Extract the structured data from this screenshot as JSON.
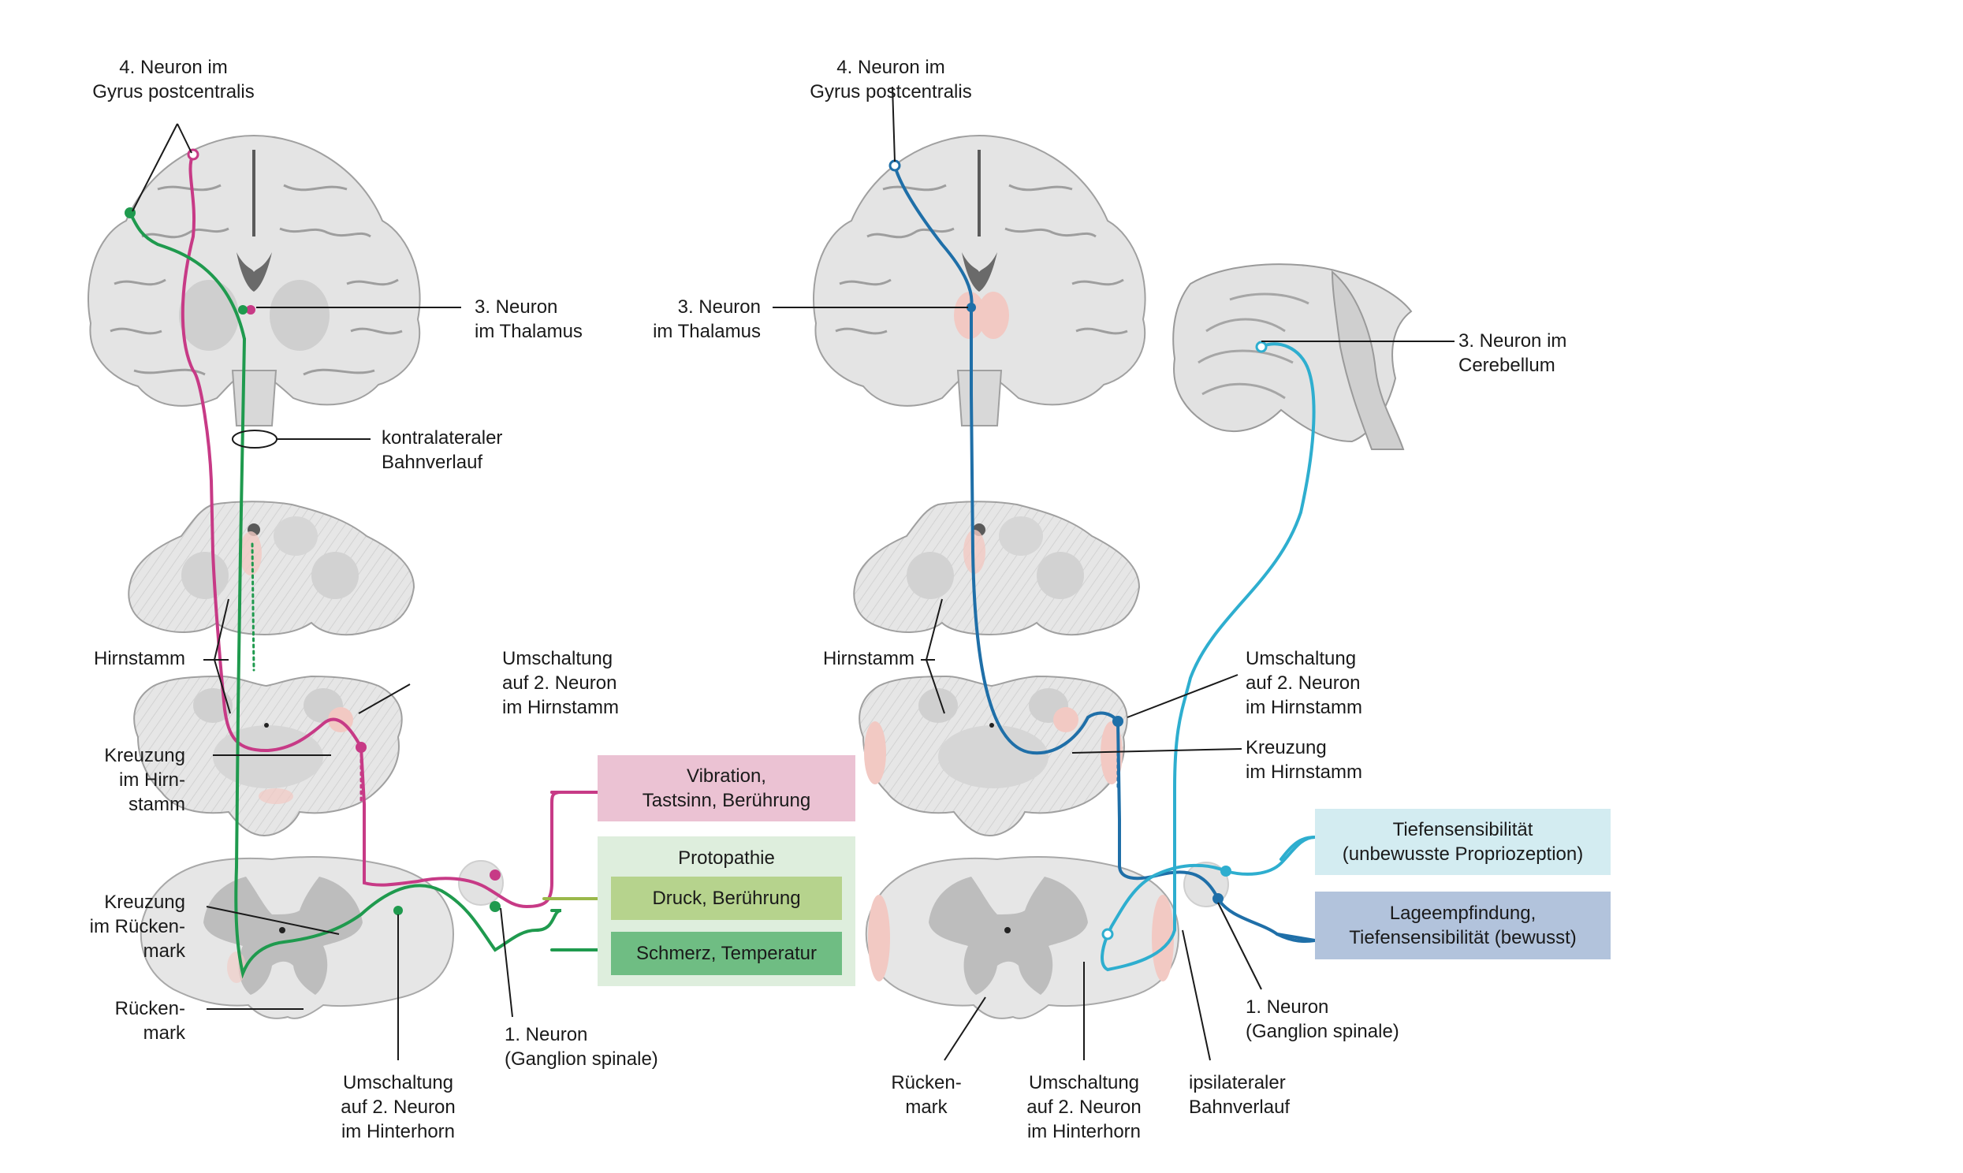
{
  "colors": {
    "magenta": "#c73a86",
    "green": "#1f9a4e",
    "dark_blue": "#1f6fa8",
    "cyan": "#2eaecf",
    "box_magenta": "#ebc2d3",
    "box_protopathie": "#deeedd",
    "box_druck": "#b6d38d",
    "box_schmerz": "#6fbd83",
    "box_tiefen_unbewusst": "#d3ecf1",
    "box_lage_bewusst": "#b2c3dc",
    "tissue": "#e4e4e4",
    "grey_matter": "#bdbdbd",
    "highlight": "#f2c9c3"
  },
  "icons": [
    "neuron-synapse-icon",
    "ganglion-spinale-icon"
  ],
  "left": {
    "neuron4": [
      "4. Neuron im",
      "Gyrus postcentralis"
    ],
    "neuron3": [
      "3. Neuron",
      "im Thalamus"
    ],
    "kontralateral": [
      "kontralateraler",
      "Bahnverlauf"
    ],
    "hirnstamm": "Hirnstamm",
    "kreuzung_hirnstamm": [
      "Kreuzung",
      "im Hirn-",
      "stamm"
    ],
    "umschaltung_hirnstamm": [
      "Umschaltung",
      "auf 2. Neuron",
      "im Hirnstamm"
    ],
    "kreuzung_rueckenmark": [
      "Kreuzung",
      "im Rücken-",
      "mark"
    ],
    "rueckenmark": [
      "Rücken-",
      "mark"
    ],
    "neuron1": [
      "1. Neuron",
      "(Ganglion spinale)"
    ],
    "umschaltung_hinterhorn": [
      "Umschaltung",
      "auf 2. Neuron",
      "im Hinterhorn"
    ],
    "boxes": {
      "vibration": [
        "Vibration,",
        "Tastsinn, Berührung"
      ],
      "protopathie": "Protopathie",
      "druck": "Druck, Berührung",
      "schmerz": "Schmerz, Temperatur"
    }
  },
  "right": {
    "neuron4": [
      "4. Neuron im",
      "Gyrus postcentralis"
    ],
    "neuron3": [
      "3. Neuron",
      "im Thalamus"
    ],
    "cerebellum": [
      "3. Neuron im",
      "Cerebellum"
    ],
    "hirnstamm": "Hirnstamm",
    "umschaltung_hirnstamm": [
      "Umschaltung",
      "auf 2. Neuron",
      "im Hirnstamm"
    ],
    "kreuzung_hirnstamm": [
      "Kreuzung",
      "im Hirnstamm"
    ],
    "rueckenmark": [
      "Rücken-",
      "mark"
    ],
    "umschaltung_hinterhorn": [
      "Umschaltung",
      "auf 2. Neuron",
      "im Hinterhorn"
    ],
    "ipsilateral": [
      "ipsilateraler",
      "Bahnverlauf"
    ],
    "neuron1": [
      "1. Neuron",
      "(Ganglion spinale)"
    ],
    "boxes": {
      "tiefen_unbewusst": [
        "Tiefensensibilität",
        "(unbewusste Propriozeption)"
      ],
      "lage_bewusst": [
        "Lageempfindung,",
        "Tiefensensibilität (bewusst)"
      ]
    }
  }
}
